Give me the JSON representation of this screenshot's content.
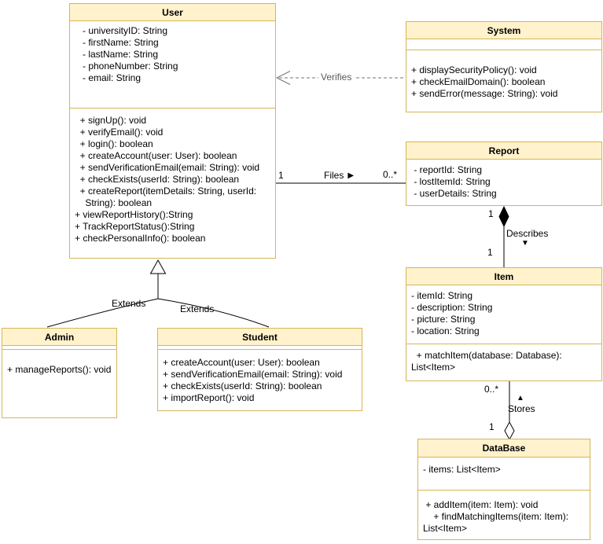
{
  "diagram": {
    "kind": "UML class diagram",
    "background": "#ffffff",
    "colors": {
      "header_fill": "#fff2cc",
      "border": "#d6b656",
      "text": "#000000",
      "edge": "#000000",
      "dashed_edge": "#757575"
    }
  },
  "classes": {
    "user": {
      "title": "User",
      "attributes": [
        "   - universityID: String",
        "   - firstName: String",
        "   - lastName: String",
        "   - phoneNumber: String",
        "   - email: String"
      ],
      "methods": [
        "  + signUp(): void",
        "  + verifyEmail(): void",
        "  + login(): boolean",
        "  + createAccount(user: User): boolean",
        "  + sendVerificationEmail(email: String): void",
        "  + checkExists(userId: String): boolean",
        "  + createReport(itemDetails: String, userId:",
        "    String): boolean",
        "+ viewReportHistory():String",
        "+ TrackReportStatus():String",
        "+ checkPersonalInfo(): boolean"
      ]
    },
    "system": {
      "title": "System",
      "methods": [
        "+ displaySecurityPolicy(): void",
        "+ checkEmailDomain(): boolean",
        "+ sendError(message: String): void"
      ]
    },
    "report": {
      "title": "Report",
      "attributes": [
        " - reportId: String",
        " - lostItemId: String",
        " - userDetails: String"
      ]
    },
    "item": {
      "title": "Item",
      "attributes": [
        "- itemId: String",
        "- description: String",
        "- picture: String",
        "- location: String"
      ],
      "methods": [
        "  + matchItem(database: Database):",
        "List<Item>"
      ]
    },
    "database": {
      "title": "DataBase",
      "attributes": [
        "- items: List<Item>"
      ],
      "methods": [
        " + addItem(item: Item): void",
        "    + findMatchingItems(item: Item):",
        "List<Item>"
      ]
    },
    "admin": {
      "title": "Admin",
      "methods": [
        "+ manageReports(): void"
      ]
    },
    "student": {
      "title": "Student",
      "methods": [
        "+ createAccount(user: User): boolean",
        "+ sendVerificationEmail(email: String): void",
        "+ checkExists(userId: String): boolean",
        "+ importReport(): void"
      ]
    }
  },
  "edges": {
    "verifies": {
      "label": "Verifies",
      "type": "dashed dependency",
      "from": "System",
      "to": "User"
    },
    "files": {
      "label": "Files",
      "direction_icon": "▶",
      "mult_user": "1",
      "mult_report": "0..*",
      "type": "association",
      "from": "User",
      "to": "Report"
    },
    "describes": {
      "label": "Describes",
      "direction_icon": "▼",
      "mult_report": "1",
      "mult_item": "1",
      "type": "composition",
      "from": "Report",
      "to": "Item"
    },
    "stores": {
      "label": "Stores",
      "direction_icon": "▲",
      "mult_item": "0..*",
      "mult_database": "1",
      "type": "aggregation",
      "from": "DataBase",
      "to": "Item"
    },
    "extends_admin": {
      "label": "Extends",
      "type": "generalization",
      "from": "Admin",
      "to": "User"
    },
    "extends_student": {
      "label": "Extends",
      "type": "generalization",
      "from": "Student",
      "to": "User"
    }
  }
}
